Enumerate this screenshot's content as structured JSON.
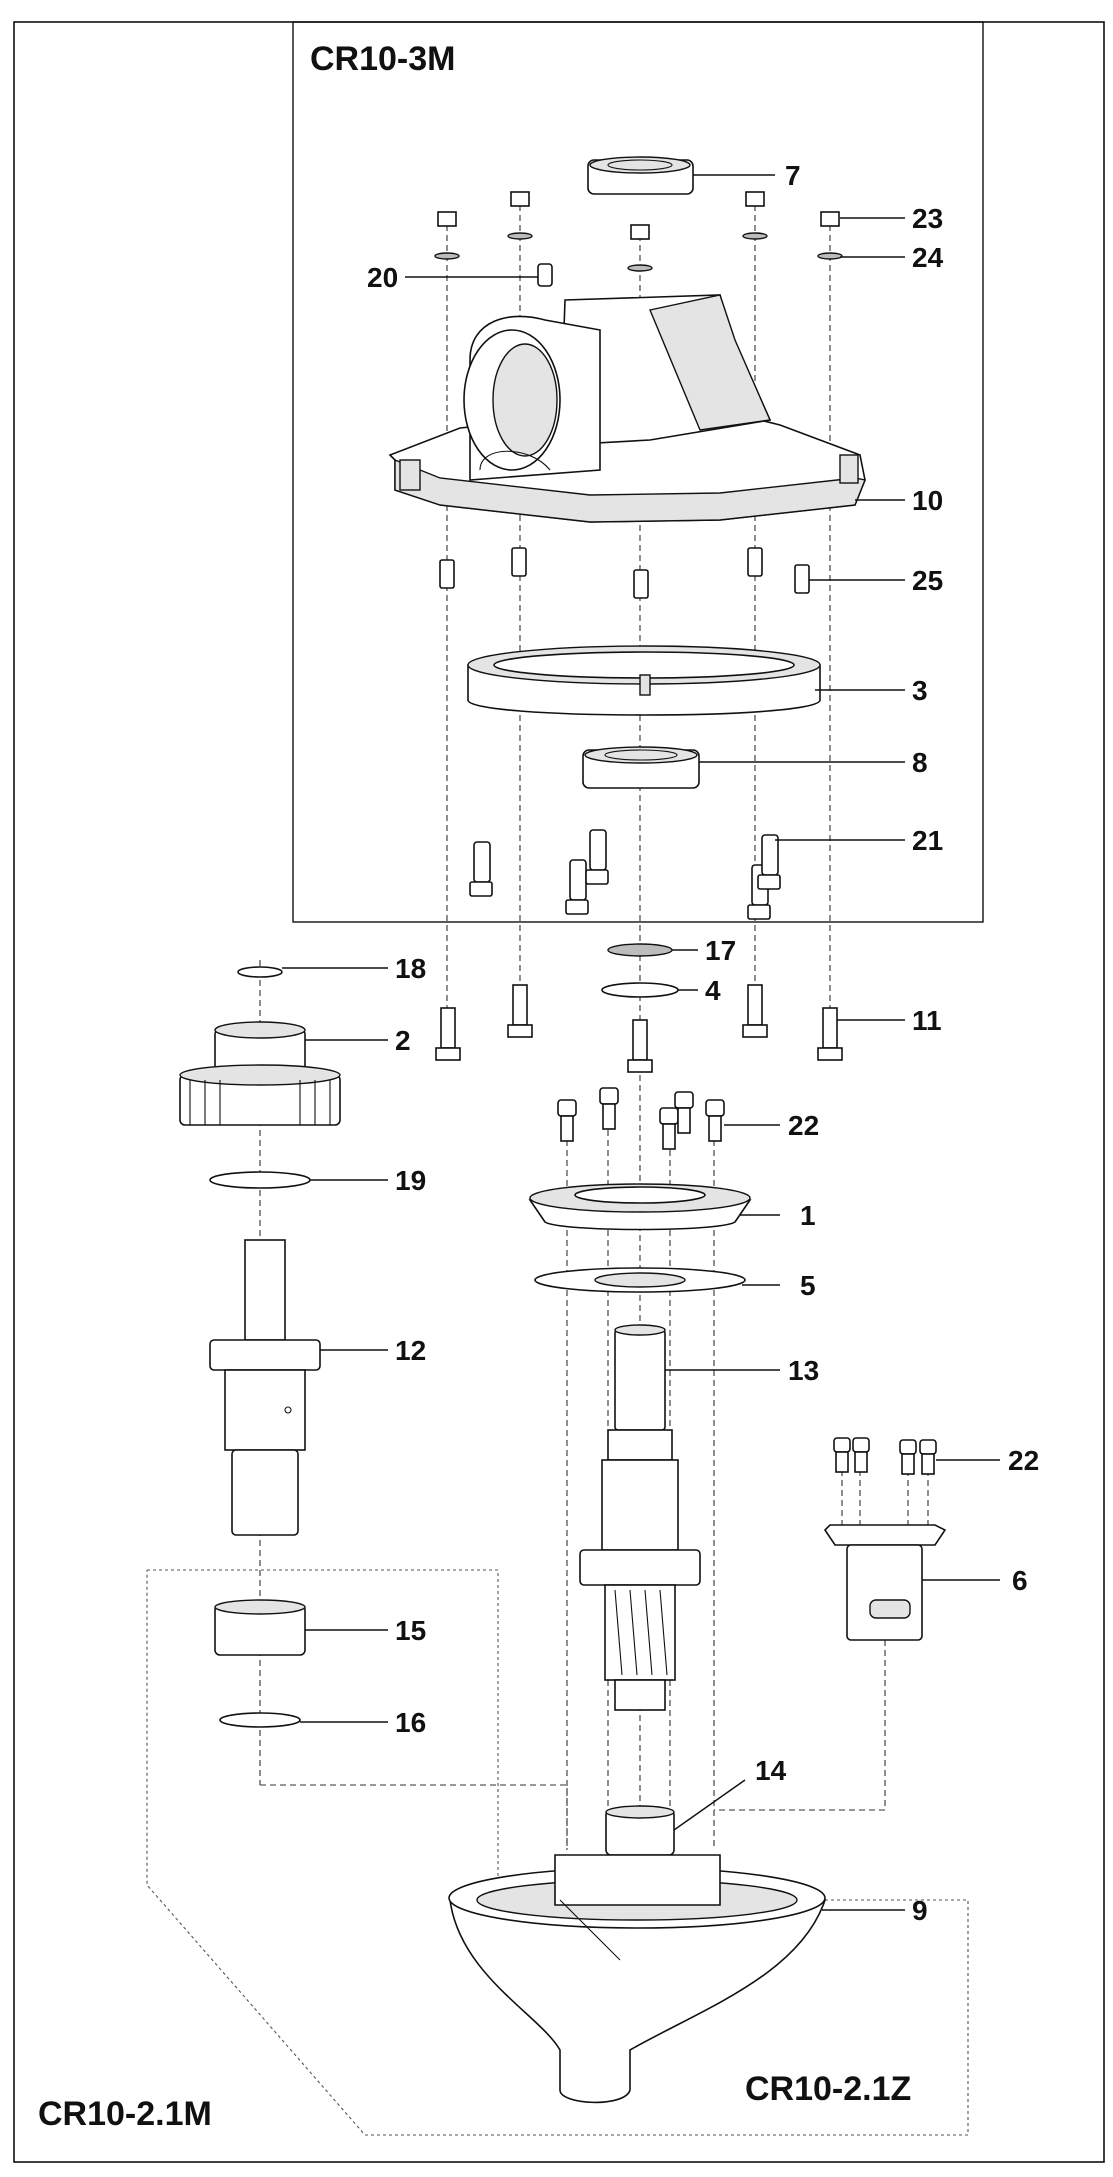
{
  "models": {
    "top": "CR10-3M",
    "bottom_left": "CR10-2.1M",
    "bottom_right": "CR10-2.1Z"
  },
  "callouts": [
    "7",
    "23",
    "24",
    "20",
    "10",
    "25",
    "3",
    "8",
    "21",
    "18",
    "17",
    "4",
    "2",
    "11",
    "22",
    "19",
    "1",
    "5",
    "12",
    "13",
    "22",
    "6",
    "15",
    "16",
    "14",
    "9"
  ]
}
